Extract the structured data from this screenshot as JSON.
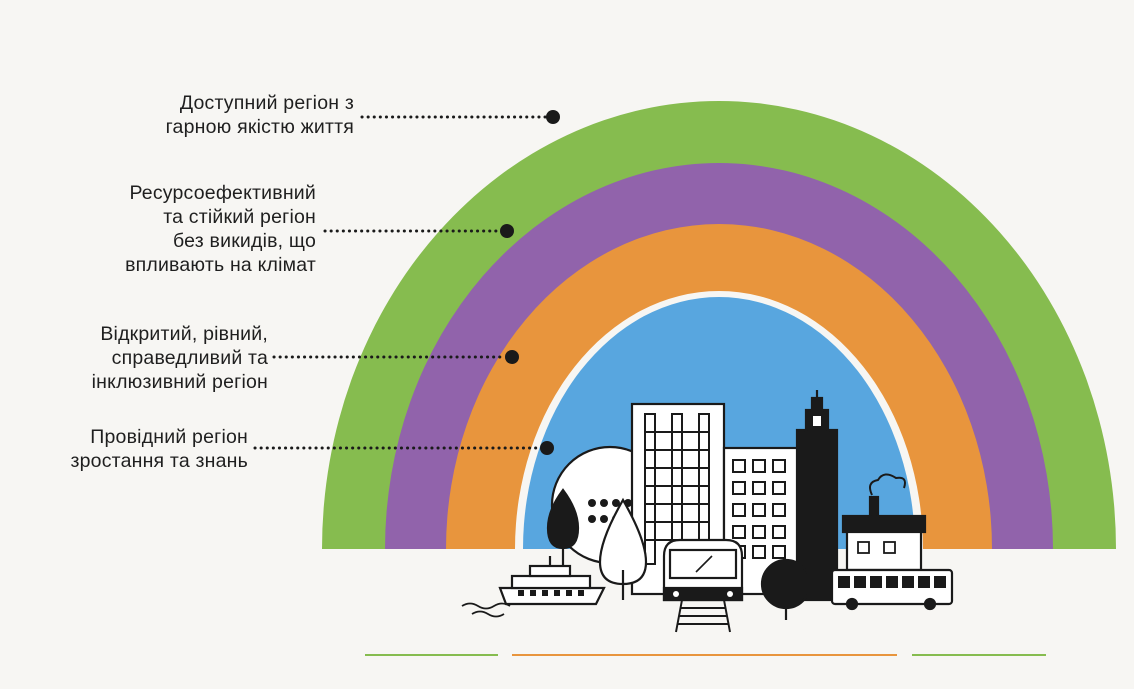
{
  "colors": {
    "background": "#f7f6f3",
    "green": "#86bc4f",
    "purple": "#9163ab",
    "orange": "#e8953d",
    "blue": "#58a6df",
    "ink": "#1a1a1a",
    "divider_green": "#86bc4f",
    "divider_orange": "#e8953d"
  },
  "rings": [
    {
      "id": "green",
      "label": "Доступний регіон з\nгарною якістю життя"
    },
    {
      "id": "purple",
      "label": "Ресурсоефективний\nта стійкий регіон\nбез викидів, що\nвпливають на клімат"
    },
    {
      "id": "orange",
      "label": "Відкритий, рівний,\nсправедливий та\nінклюзивний регіон"
    },
    {
      "id": "blue",
      "label": "Провідний регіон\nзростання та знань"
    }
  ],
  "icons": [
    "ferry-icon",
    "tree-icon",
    "building-icon",
    "tower-icon",
    "train-icon",
    "house-icon",
    "bus-icon"
  ]
}
